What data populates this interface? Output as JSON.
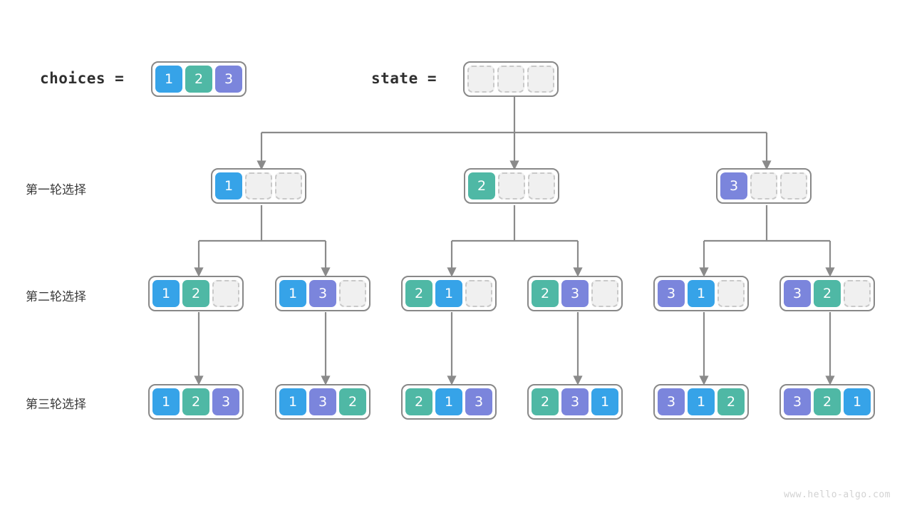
{
  "page": {
    "watermark": "www.hello-algo.com",
    "background": "#ffffff"
  },
  "colors": {
    "value_1": "#36a3e8",
    "value_2": "#4fb8a5",
    "value_3": "#7b85dc",
    "empty_fill": "#f0f0f0",
    "empty_border": "#c9c9c9",
    "array_border": "#888888",
    "connector": "#8a8a8a",
    "text": "#3b3b3b",
    "watermark": "#d2d2d2"
  },
  "header": {
    "choices_label": "choices  =",
    "state_label": "state  =",
    "choices_values": [
      "1",
      "2",
      "3"
    ],
    "state_values": [
      "",
      "",
      ""
    ]
  },
  "rows": [
    {
      "label": "第一轮选择",
      "groups": [
        {
          "values": [
            "1",
            "",
            ""
          ]
        },
        {
          "values": [
            "2",
            "",
            ""
          ]
        },
        {
          "values": [
            "3",
            "",
            ""
          ]
        }
      ]
    },
    {
      "label": "第二轮选择",
      "groups": [
        {
          "values": [
            "1",
            "2",
            ""
          ]
        },
        {
          "values": [
            "1",
            "3",
            ""
          ]
        },
        {
          "values": [
            "2",
            "1",
            ""
          ]
        },
        {
          "values": [
            "2",
            "3",
            ""
          ]
        },
        {
          "values": [
            "3",
            "1",
            ""
          ]
        },
        {
          "values": [
            "3",
            "2",
            ""
          ]
        }
      ]
    },
    {
      "label": "第三轮选择",
      "groups": [
        {
          "values": [
            "1",
            "2",
            "3"
          ]
        },
        {
          "values": [
            "1",
            "3",
            "2"
          ]
        },
        {
          "values": [
            "2",
            "1",
            "3"
          ]
        },
        {
          "values": [
            "2",
            "3",
            "1"
          ]
        },
        {
          "values": [
            "3",
            "1",
            "2"
          ]
        },
        {
          "values": [
            "3",
            "2",
            "1"
          ]
        }
      ]
    }
  ]
}
